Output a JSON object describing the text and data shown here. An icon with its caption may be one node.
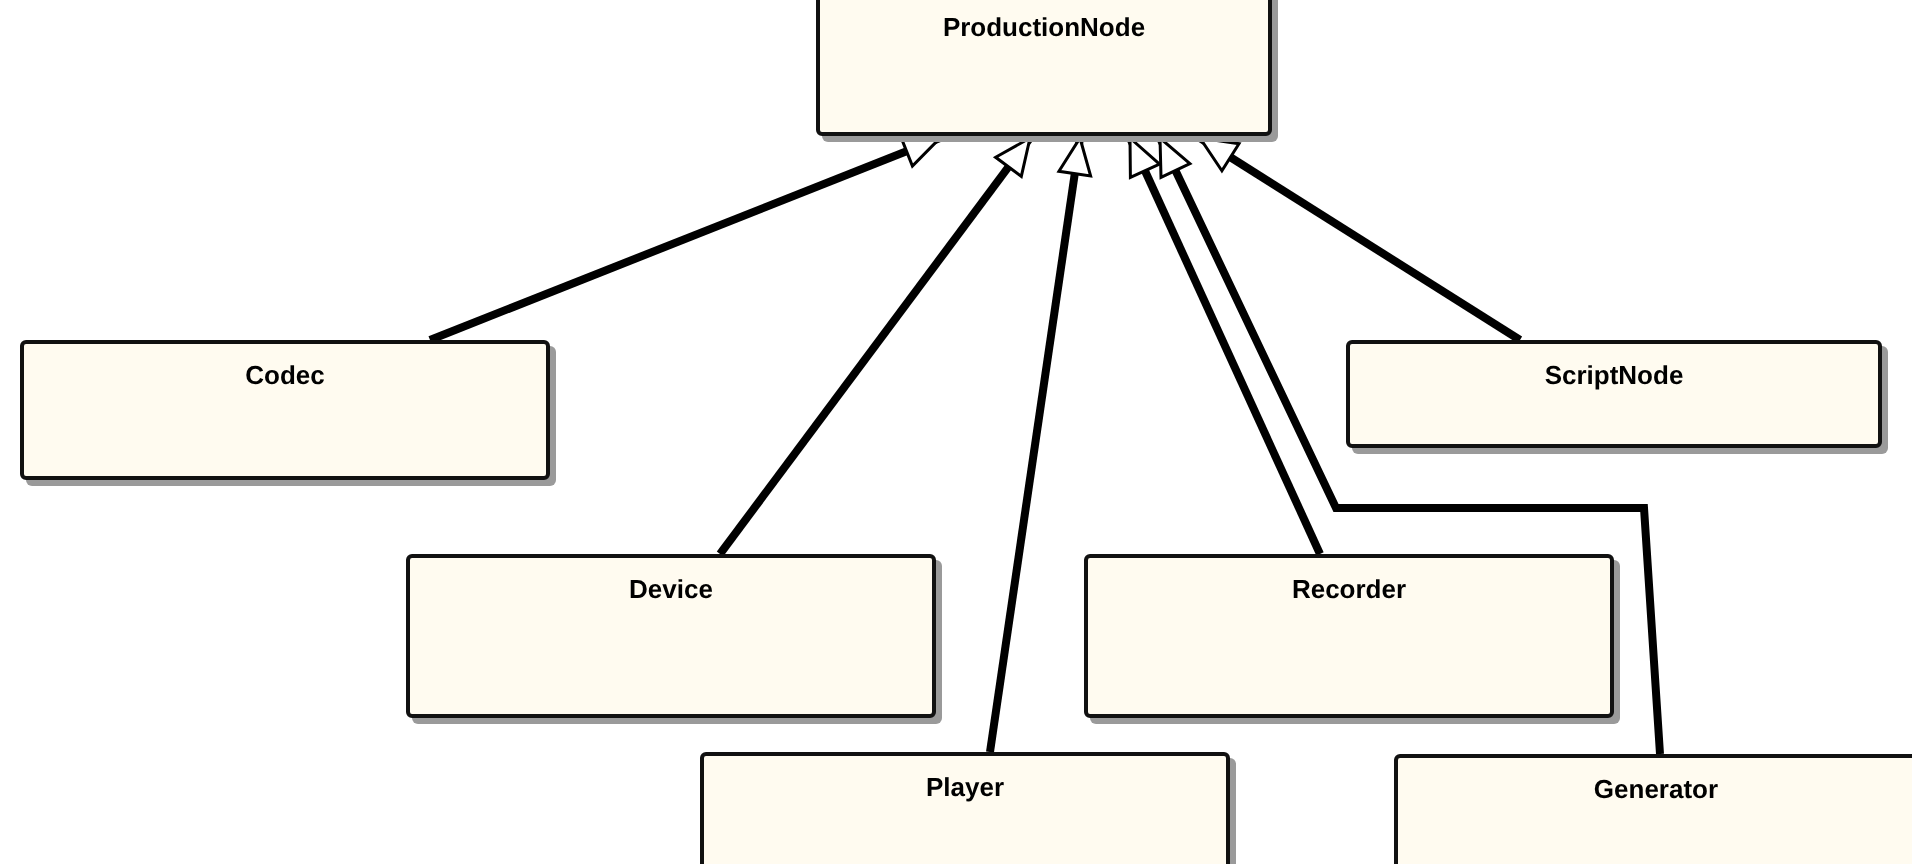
{
  "diagram": {
    "nodes": [
      {
        "text": [
          "ProductionNode"
        ]
      },
      {
        "text": [
          "Codec"
        ]
      },
      {
        "text": [
          "ScriptNode"
        ]
      },
      {
        "text": [
          "Device"
        ]
      },
      {
        "text": [
          "Recorder"
        ]
      },
      {
        "text": [
          "Player"
        ]
      },
      {
        "text": [
          "Generator"
        ]
      }
    ],
    "edges": [
      {
        "from": 1,
        "to": 0,
        "arrow": "to"
      },
      {
        "from": 3,
        "to": 0,
        "arrow": "to"
      },
      {
        "from": 5,
        "to": 0,
        "arrow": "to"
      },
      {
        "from": 4,
        "to": 0,
        "arrow": "to"
      },
      {
        "from": 6,
        "to": 0,
        "arrow": "to"
      },
      {
        "from": 2,
        "to": 0,
        "arrow": "to"
      }
    ]
  }
}
